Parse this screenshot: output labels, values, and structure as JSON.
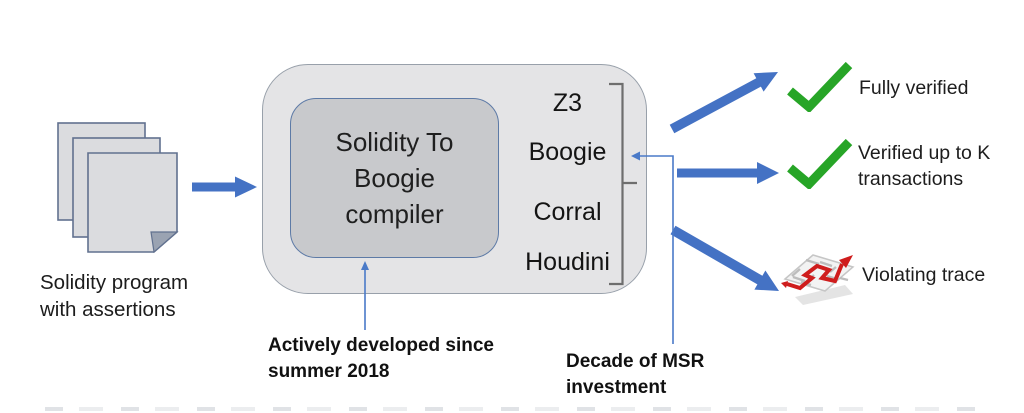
{
  "source": {
    "caption": "Solidity program\nwith assertions",
    "icon": "document-stack-icon"
  },
  "pipeline": {
    "compiler_label": "Solidity To\nBoogie\ncompiler",
    "tools": [
      "Z3",
      "Boogie",
      "Corral",
      "Houdini"
    ]
  },
  "annotations": {
    "compiler_note": "Actively developed since\nsummer 2018",
    "tools_note": "Decade of MSR\ninvestment"
  },
  "outputs": [
    {
      "icon": "green-check-icon",
      "label": "Fully verified"
    },
    {
      "icon": "green-check-icon",
      "label": "Verified up to K\ntransactions"
    },
    {
      "icon": "maze-icon",
      "label": "Violating trace"
    }
  ],
  "colors": {
    "arrow_blue": "#4472c4",
    "connector_blue": "#4a7ac8",
    "check_green": "#27a527",
    "maze_red": "#cf1d1d",
    "outer_box_fill": "#e4e4e6",
    "inner_box_fill": "#c8c9cc",
    "box_border": "#5d7aa6",
    "bracket_gray": "#6e6e6e",
    "text_dark": "#1f1f1f"
  }
}
